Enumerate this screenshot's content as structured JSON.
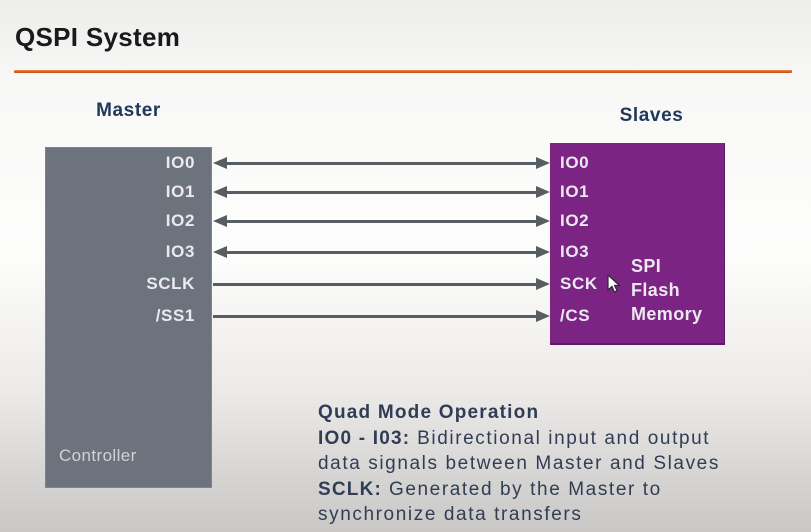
{
  "title": "QSPI System",
  "colors": {
    "accent-orange": "#d96527",
    "master-gray": "#6d737c",
    "slave-purple": "#7b2483",
    "arrow-gray": "#585d64",
    "heading-navy": "#22375c",
    "note-navy": "#303d55",
    "signal-white": "#ece9f1",
    "controller-gray": "#d2d2d6",
    "title-black": "#1a1a1a"
  },
  "master": {
    "heading": "Master",
    "sublabel": "Controller"
  },
  "slaves": {
    "heading": "Slaves",
    "device": "SPI\nFlash\nMemory"
  },
  "signals": [
    {
      "master": "IO0",
      "slave": "IO0",
      "direction": "bidirectional"
    },
    {
      "master": "IO1",
      "slave": "IO1",
      "direction": "bidirectional"
    },
    {
      "master": "IO2",
      "slave": "IO2",
      "direction": "bidirectional"
    },
    {
      "master": "IO3",
      "slave": "IO3",
      "direction": "bidirectional"
    },
    {
      "master": "SCLK",
      "slave": "SCK",
      "direction": "master-to-slave"
    },
    {
      "master": "/SS1",
      "slave": "/CS",
      "direction": "master-to-slave"
    }
  ],
  "notes": {
    "heading": "Quad Mode Operation",
    "lines": [
      {
        "bold": "IO0 - I03:",
        "text": " Bidirectional input and output"
      },
      {
        "bold": "",
        "text": "data signals between Master and Slaves"
      },
      {
        "bold": "SCLK:",
        "text": " Generated by the Master to"
      },
      {
        "bold": "",
        "text": "synchronize data transfers"
      }
    ]
  }
}
